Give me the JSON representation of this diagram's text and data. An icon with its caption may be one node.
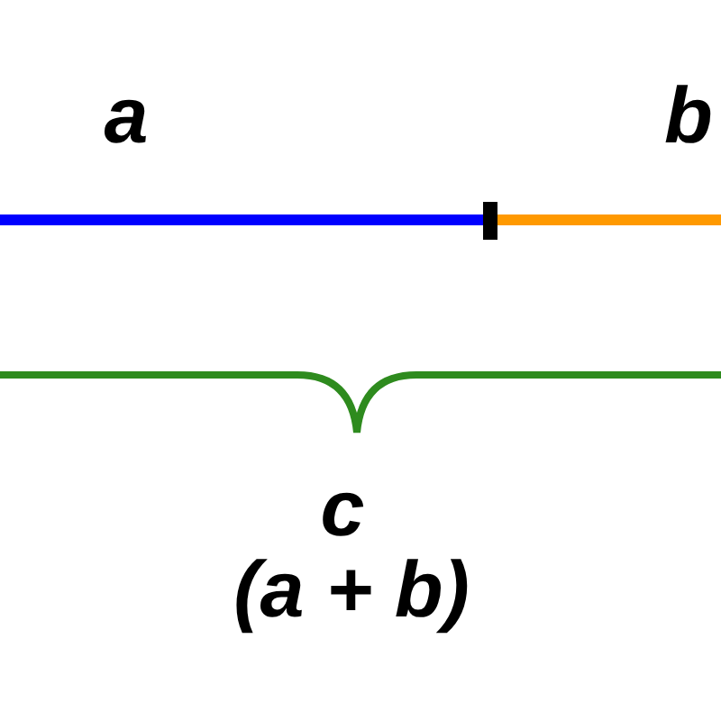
{
  "diagram": {
    "labels": [
      "a",
      "b",
      "c",
      "(a + b)"
    ]
  }
}
